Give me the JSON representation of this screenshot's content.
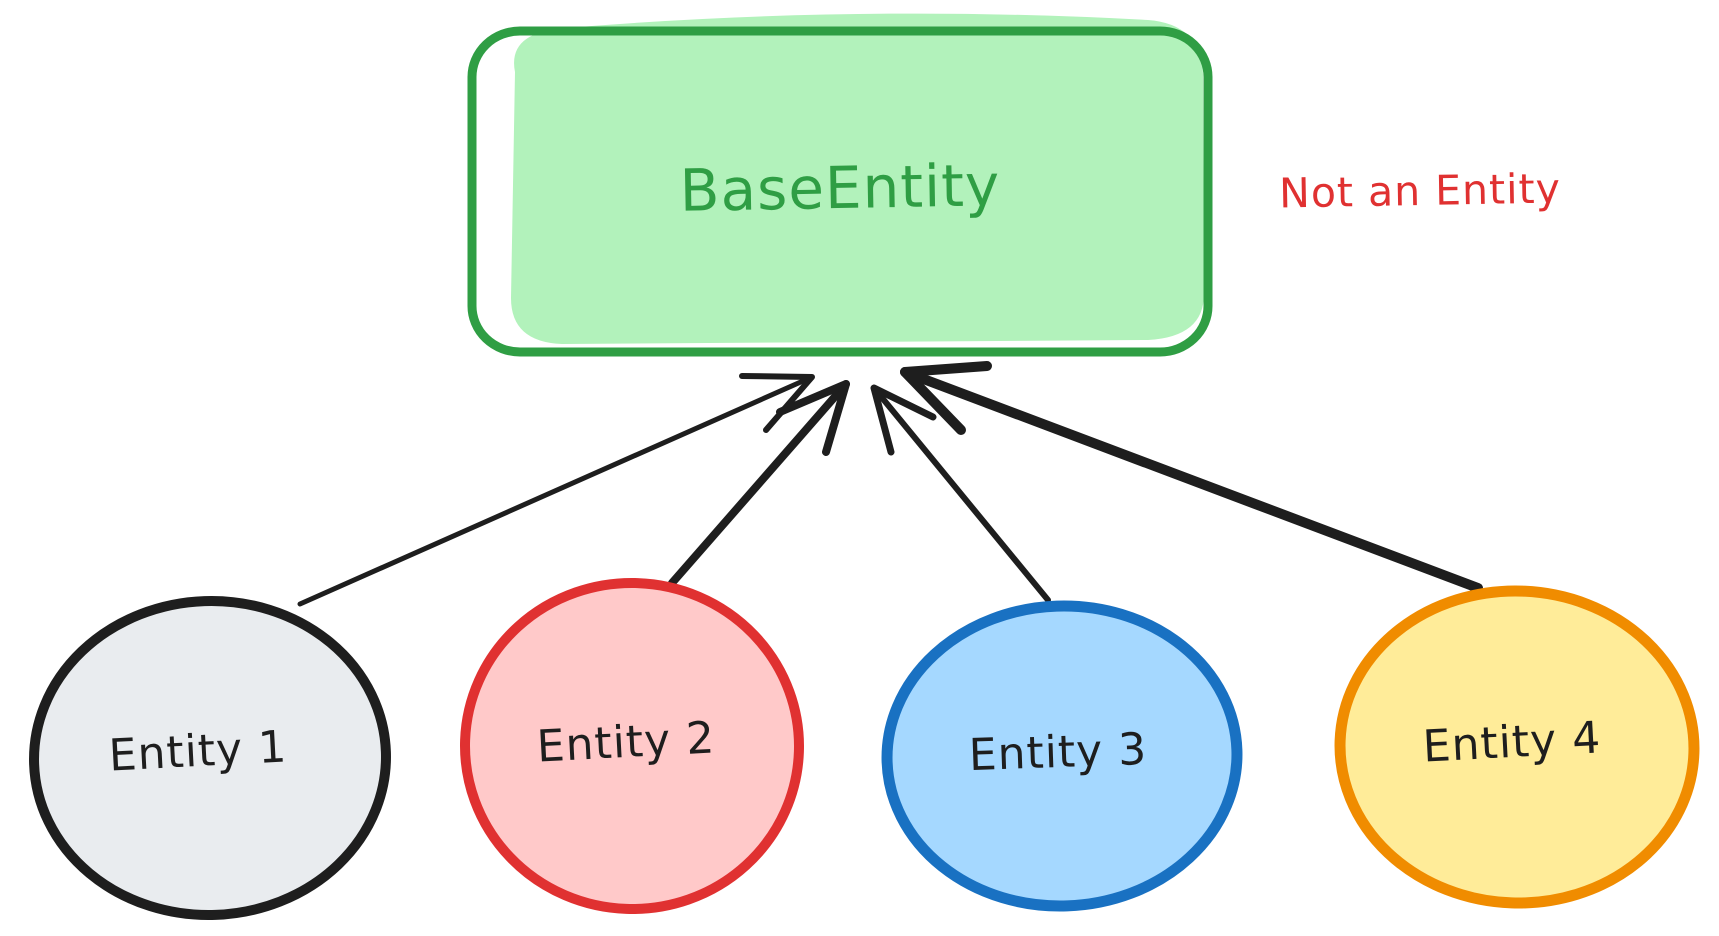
{
  "diagram": {
    "background": "#ffffff",
    "arrow_color": "#1e1e1e",
    "label_color": "#1e1e1e",
    "base_entity": {
      "label": "BaseEntity",
      "fill": "#b2f2bb",
      "stroke": "#2f9e44",
      "text_color": "#2f9e44"
    },
    "annotation": {
      "text": "Not an Entity",
      "color": "#e03131"
    },
    "entities": [
      {
        "label": "Entity 1",
        "fill": "#e9ecef",
        "stroke": "#1e1e1e"
      },
      {
        "label": "Entity 2",
        "fill": "#ffc9c9",
        "stroke": "#e03131"
      },
      {
        "label": "Entity 3",
        "fill": "#a5d8ff",
        "stroke": "#1971c2"
      },
      {
        "label": "Entity 4",
        "fill": "#ffec99",
        "stroke": "#f08c00"
      }
    ],
    "arrows": [
      {
        "from": "Entity 1",
        "to": "BaseEntity"
      },
      {
        "from": "Entity 2",
        "to": "BaseEntity"
      },
      {
        "from": "Entity 3",
        "to": "BaseEntity"
      },
      {
        "from": "Entity 4",
        "to": "BaseEntity"
      }
    ]
  }
}
